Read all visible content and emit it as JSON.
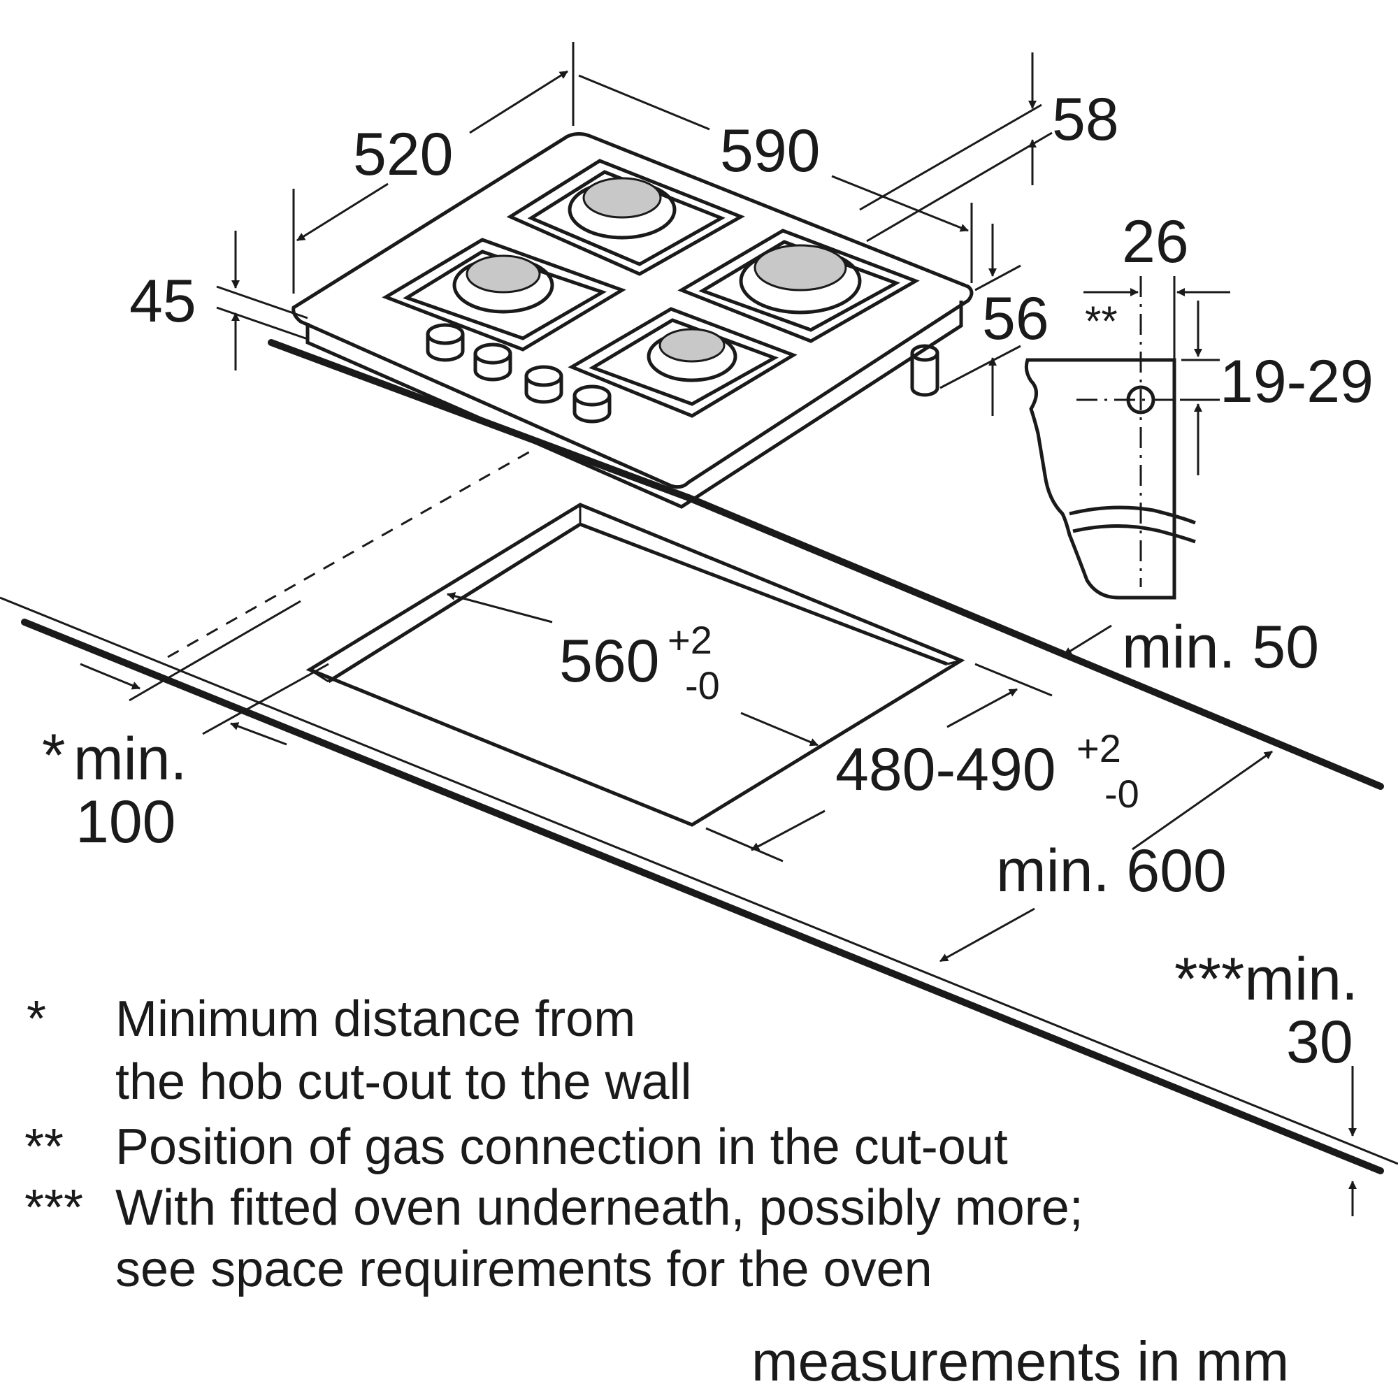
{
  "dimensions": {
    "width_depth": "520",
    "width": "590",
    "height_total": "58",
    "edge_thickness": "45",
    "hob_height": "56",
    "connection_offset": "26",
    "connection_marker": "**",
    "connection_range": "19-29",
    "cutout_width": "560",
    "cutout_width_tol_plus": "+2",
    "cutout_width_tol_minus": "-0",
    "cutout_depth": "480-490",
    "cutout_depth_tol_plus": "+2",
    "cutout_depth_tol_minus": "-0",
    "back_min": "min. 50",
    "front_min": "min. 600",
    "wall_marker": "*",
    "wall_min_label": "min.",
    "wall_min_value": "100",
    "worktop_min_label": "***min.",
    "worktop_min_value": "30"
  },
  "notes": [
    {
      "marker": "*",
      "lines": [
        "Minimum distance from",
        "the hob cut-out to the wall"
      ]
    },
    {
      "marker": "**",
      "lines": [
        "Position of gas connection in the cut-out"
      ]
    },
    {
      "marker": "***",
      "lines": [
        "With fitted oven underneath, possibly more;",
        "see space requirements for the oven"
      ]
    }
  ],
  "units_label": "measurements in mm"
}
